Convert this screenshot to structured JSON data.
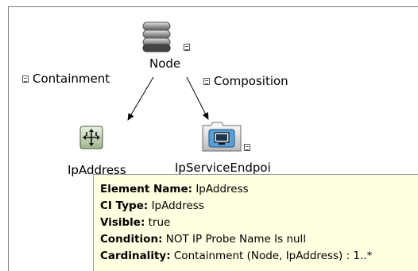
{
  "nodes": {
    "node": {
      "label": "Node"
    },
    "ip_address": {
      "label": "IpAddress"
    },
    "ip_service_endpoint": {
      "label": "IpServiceEndpoi"
    }
  },
  "edges": {
    "containment": {
      "label": "Containment"
    },
    "composition": {
      "label": "Composition"
    }
  },
  "tooltip": {
    "rows": [
      {
        "key": "Element Name",
        "value": "IpAddress"
      },
      {
        "key": "CI Type",
        "value": "IpAddress"
      },
      {
        "key": "Visible",
        "value": "true"
      },
      {
        "key": "Condition",
        "value": "NOT IP Probe Name Is null"
      },
      {
        "key": "Cardinality",
        "value": "Containment (Node, IpAddress) : 1..*"
      }
    ]
  },
  "icons": {
    "node": "server-stack-icon",
    "ip_address": "ip-network-icon",
    "ip_service_endpoint": "folder-monitor-icon",
    "badge": "mini-properties-icon"
  }
}
